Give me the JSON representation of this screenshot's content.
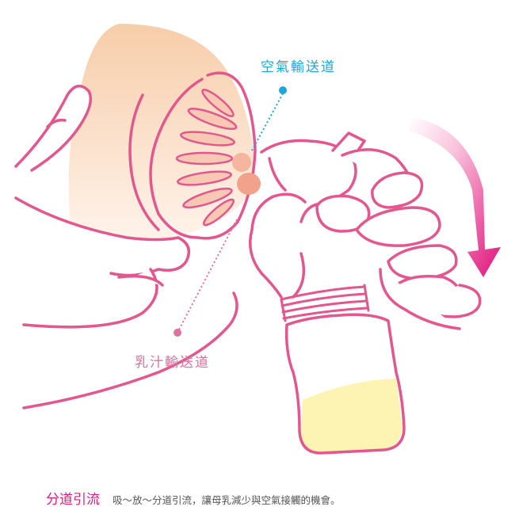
{
  "labels": {
    "air_channel": "空氣輸送道",
    "milk_channel": "乳汁輸送道"
  },
  "caption": {
    "title": "分道引流",
    "text": "吸～放～分道引流，讓母乳減少與空氣接觸的機會。"
  },
  "colors": {
    "outline": "#e3578f",
    "air": "#1ea6dc",
    "milk_label": "#e0709e",
    "arrow": "#e0117a",
    "breast": "#f5c7a4",
    "milk": "#fdf3b3",
    "caption_title": "#d6207c"
  }
}
